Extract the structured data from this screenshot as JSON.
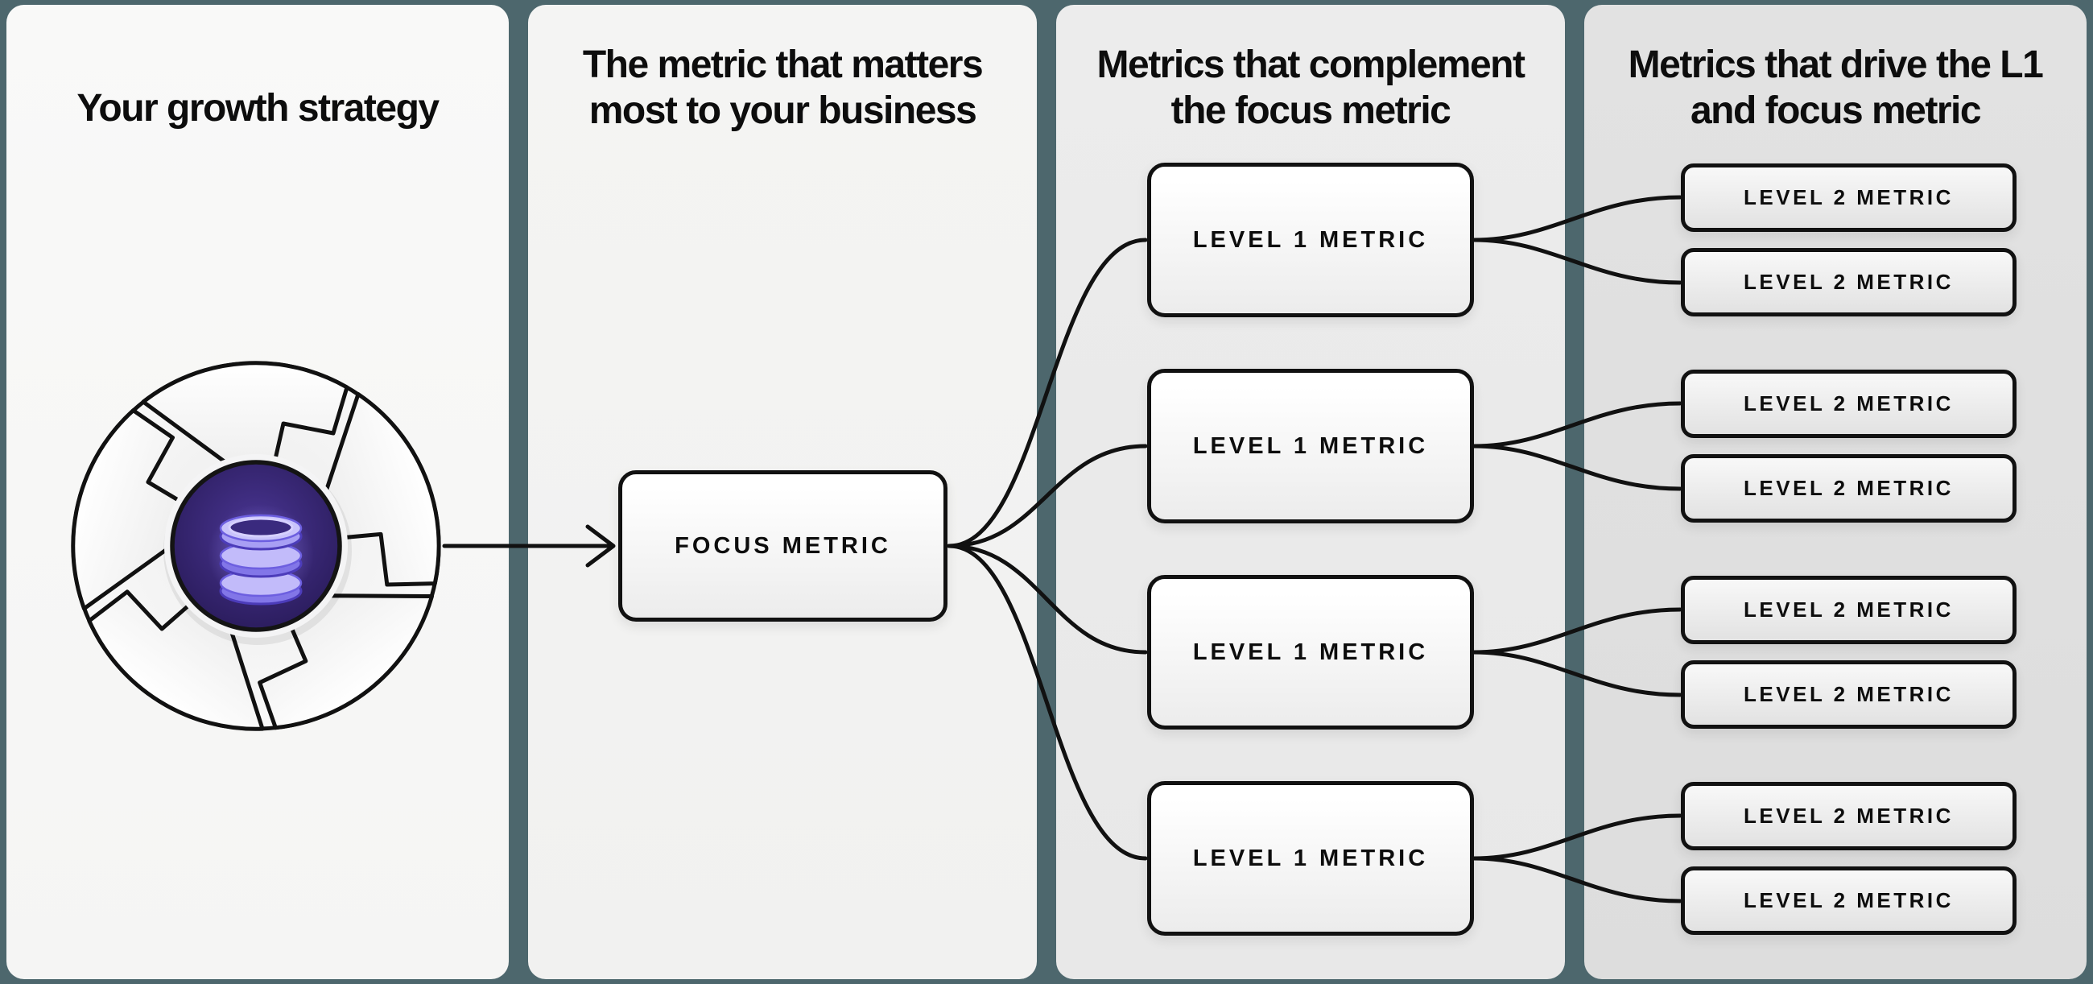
{
  "colors": {
    "background_teal": "#4d676d",
    "panel_1_bg": "#f8f8f7",
    "panel_2_bg": "#f3f3f2",
    "panel_3_bg": "#ebebeb",
    "panel_4_bg": "#e0e0e0",
    "line_and_border": "#111111",
    "icon_disc_purple": "#32216b",
    "icon_database_lavender": "#a89ff4"
  },
  "panels": [
    {
      "title_lines": [
        "Your growth strategy"
      ],
      "icon": "growth-flywheel-with-database"
    },
    {
      "title_lines": [
        "The metric that matters",
        "most to your business"
      ],
      "box": {
        "label": "FOCUS METRIC"
      }
    },
    {
      "title_lines": [
        "Metrics that complement",
        "the focus metric"
      ],
      "boxes": [
        {
          "label": "LEVEL 1 METRIC"
        },
        {
          "label": "LEVEL 1 METRIC"
        },
        {
          "label": "LEVEL 1 METRIC"
        },
        {
          "label": "LEVEL 1 METRIC"
        }
      ]
    },
    {
      "title_lines": [
        "Metrics that drive the L1",
        "and focus metric"
      ],
      "boxes": [
        {
          "label": "LEVEL 2 METRIC"
        },
        {
          "label": "LEVEL 2 METRIC"
        },
        {
          "label": "LEVEL 2 METRIC"
        },
        {
          "label": "LEVEL 2 METRIC"
        },
        {
          "label": "LEVEL 2 METRIC"
        },
        {
          "label": "LEVEL 2 METRIC"
        },
        {
          "label": "LEVEL 2 METRIC"
        },
        {
          "label": "LEVEL 2 METRIC"
        }
      ]
    }
  ]
}
